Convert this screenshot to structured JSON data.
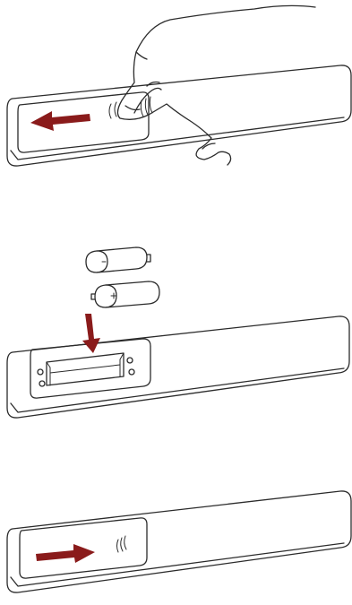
{
  "diagram": {
    "steps": [
      {
        "action": "slide-cover-open",
        "arrow_direction": "left",
        "icon": "hand-icon"
      },
      {
        "action": "insert-batteries",
        "arrow_direction": "down",
        "icon": "battery-icon",
        "battery_marks": [
          "-",
          "+"
        ]
      },
      {
        "action": "slide-cover-closed",
        "arrow_direction": "right",
        "icon": "grip-icon"
      }
    ],
    "colors": {
      "line": "#2b2b2b",
      "arrow": "#8a1b1b",
      "background": "#ffffff"
    }
  }
}
